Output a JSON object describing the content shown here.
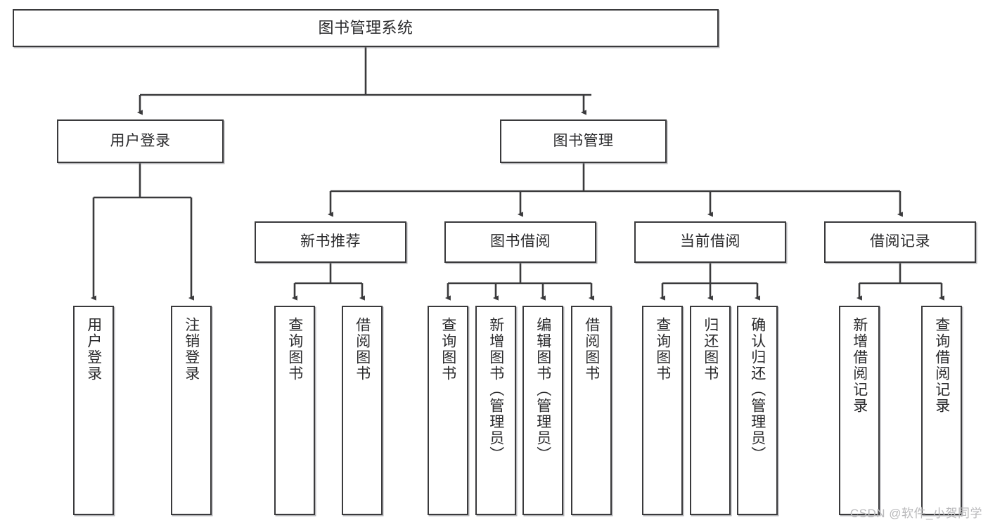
{
  "diagram": {
    "title": "图书管理系统",
    "watermark": "CSDN @软件_小贺同学",
    "colors": {
      "stroke": "#3a3a3c",
      "text": "#2b2b2d",
      "background": "#ffffff",
      "watermark": "#b9b9bb"
    },
    "nodes": {
      "root": {
        "label": "图书管理系统"
      },
      "level2": [
        {
          "label": "用户登录"
        },
        {
          "label": "图书管理"
        }
      ],
      "level3": [
        {
          "label": "新书推荐"
        },
        {
          "label": "图书借阅"
        },
        {
          "label": "当前借阅"
        },
        {
          "label": "借阅记录"
        }
      ],
      "leaves": {
        "user_login": [
          {
            "label": "用户登录"
          },
          {
            "label": "注销登录"
          }
        ],
        "new_book_recommend": [
          {
            "label": "查询图书"
          },
          {
            "label": "借阅图书"
          }
        ],
        "book_borrow": [
          {
            "label": "查询图书"
          },
          {
            "label": "新增图书（管理员）"
          },
          {
            "label": "编辑图书（管理员）"
          },
          {
            "label": "借阅图书"
          }
        ],
        "current_borrow": [
          {
            "label": "查询图书"
          },
          {
            "label": "归还图书"
          },
          {
            "label": "确认归还（管理员）"
          }
        ],
        "borrow_record": [
          {
            "label": "新增借阅记录"
          },
          {
            "label": "查询借阅记录"
          }
        ]
      }
    }
  }
}
